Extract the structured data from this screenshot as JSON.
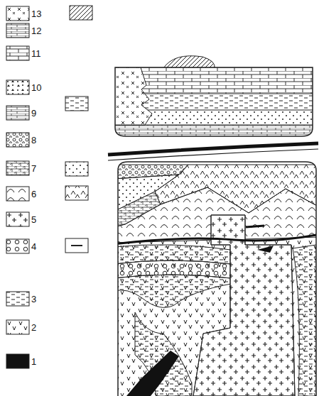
{
  "diagram": {
    "legend": [
      {
        "text": "13"
      },
      {
        "text": "12"
      },
      {
        "text": "11"
      },
      {
        "text": "10"
      },
      {
        "text": "9"
      },
      {
        "text": "8"
      },
      {
        "text": "7"
      },
      {
        "text": "6"
      },
      {
        "text": "5"
      },
      {
        "text": "4"
      },
      {
        "text": "3"
      },
      {
        "text": "2"
      },
      {
        "text": "1"
      }
    ]
  }
}
